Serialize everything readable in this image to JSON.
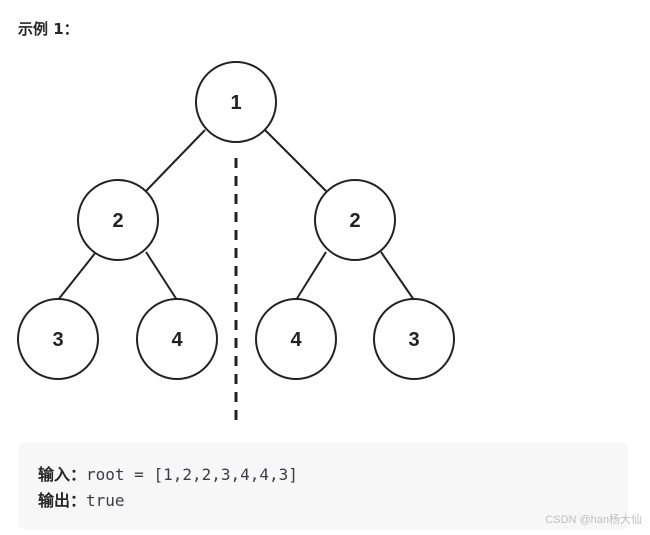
{
  "heading": "示例 1：",
  "tree": {
    "nodes": [
      {
        "id": "n1",
        "label": "1"
      },
      {
        "id": "n2l",
        "label": "2"
      },
      {
        "id": "n2r",
        "label": "2"
      },
      {
        "id": "n3l",
        "label": "3"
      },
      {
        "id": "n4l",
        "label": "4"
      },
      {
        "id": "n4r",
        "label": "4"
      },
      {
        "id": "n3r",
        "label": "3"
      }
    ]
  },
  "example": {
    "input_label": "输入：",
    "input_value": "root = [1,2,2,3,4,4,3]",
    "output_label": "输出：",
    "output_value": "true"
  },
  "watermark": "CSDN @han杨大仙"
}
